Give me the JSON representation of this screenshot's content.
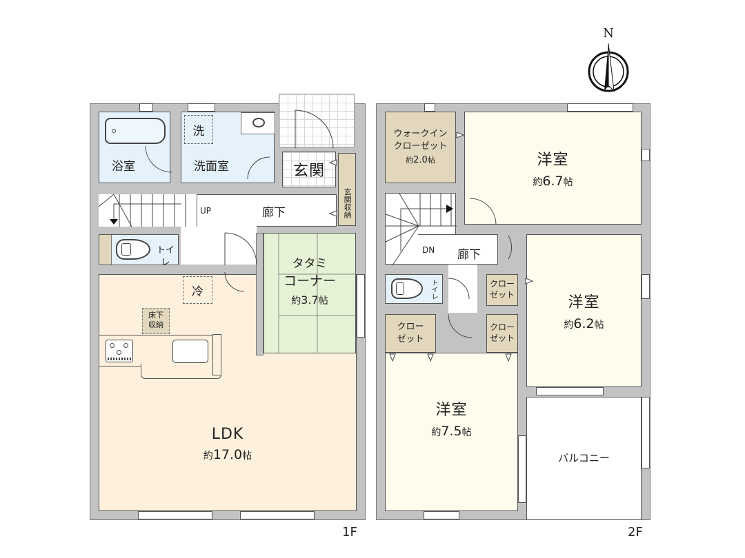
{
  "compass": {
    "label": "N",
    "icon": "north-arrow-icon"
  },
  "floors": [
    {
      "id": "1F",
      "label": "1F",
      "rooms": {
        "bath": {
          "name": "浴室"
        },
        "washroom": {
          "name": "洗面室",
          "washer_mark": "洗"
        },
        "entrance": {
          "name": "玄関"
        },
        "entrance_storage": {
          "name": "玄関収納"
        },
        "hallway": {
          "name": "廊下",
          "stairs_label": "UP"
        },
        "toilet": {
          "name": "トイレ"
        },
        "tatami": {
          "name_line1": "タタミ",
          "name_line2": "コーナー",
          "area_prefix": "約",
          "area_value": "3.7",
          "area_unit": "帖"
        },
        "ldk": {
          "name": "LDK",
          "area_prefix": "約",
          "area_value": "17.0",
          "area_unit": "帖",
          "fridge_mark": "冷",
          "underfloor_storage_line1": "床下",
          "underfloor_storage_line2": "収納"
        }
      }
    },
    {
      "id": "2F",
      "label": "2F",
      "rooms": {
        "walkin_closet": {
          "name_line1": "ウォークイン",
          "name_line2": "クローゼット",
          "area_prefix": "約",
          "area_value": "2.0",
          "area_unit": "帖"
        },
        "western_room_a": {
          "name": "洋室",
          "area_prefix": "約",
          "area_value": "6.7",
          "area_unit": "帖"
        },
        "hallway": {
          "name": "廊下",
          "stairs_label": "DN"
        },
        "toilet": {
          "name": "トイレ"
        },
        "closet_a": {
          "name_line1": "クロー",
          "name_line2": "ゼット"
        },
        "closet_b": {
          "name_line1": "クロー",
          "name_line2": "ゼット"
        },
        "closet_c": {
          "name_line1": "クロー",
          "name_line2": "ゼット"
        },
        "western_room_b": {
          "name": "洋室",
          "area_prefix": "約",
          "area_value": "6.2",
          "area_unit": "帖"
        },
        "western_room_c": {
          "name": "洋室",
          "area_prefix": "約",
          "area_value": "7.5",
          "area_unit": "帖"
        },
        "balcony": {
          "name": "バルコニー"
        }
      }
    }
  ],
  "colors": {
    "wall": "#c3c3c3",
    "wet_area": "#e6f2fb",
    "ldk": "#fdf0dc",
    "western_room": "#fefcec",
    "storage": "#e2d7bc",
    "tatami": "#e6f2d5"
  }
}
